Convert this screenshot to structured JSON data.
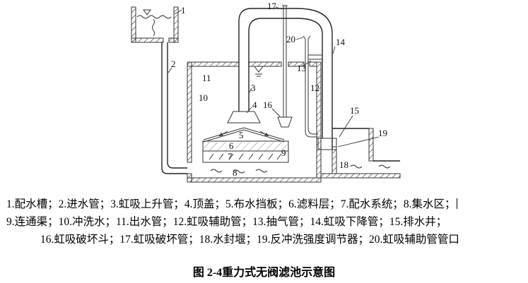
{
  "diagram": {
    "labels": {
      "n1": "1",
      "n2": "2",
      "n3": "3",
      "n4": "4",
      "n5": "5",
      "n6": "6",
      "n7": "7",
      "n8": "8",
      "n9": "9",
      "n10": "10",
      "n11": "11",
      "n12": "12",
      "n13": "13",
      "n14": "14",
      "n15": "15",
      "n16": "16",
      "n17": "17",
      "n18": "18",
      "n19": "19",
      "n20": "20"
    }
  },
  "legend": {
    "line1": "1.配水槽；2.进水管；3.虹吸上升管；4.顶盖；5.布水挡板；6.滤料层；7.配水系统；8.集水区；",
    "line2": "9.连通渠；10.冲洗水；11.出水管；12.虹吸辅助管；13.抽气管；14.虹吸下降管；15.排水井；",
    "line3": "16.虹吸破坏斗；17.虹吸破坏管；18.水封堰；19.反冲洗强度调节器；20.虹吸辅助管管口"
  },
  "caption": "图 2-4重力式无阀滤池示意图",
  "colors": {
    "ink": "#333333",
    "background": "#ffffff"
  }
}
